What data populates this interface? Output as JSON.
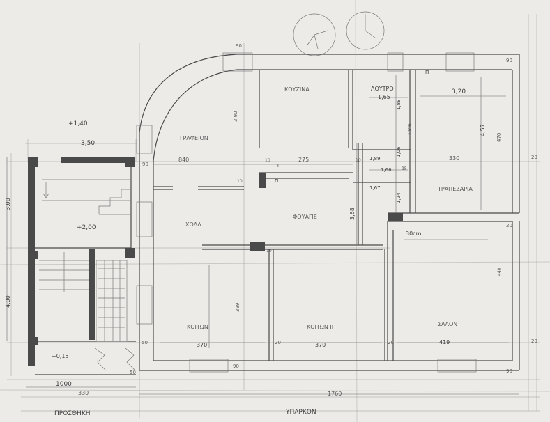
{
  "rooms": {
    "kitchen": "ΚΟΥΖΙΝΑ",
    "office": "ΓΡΑΦΕΙΟΝ",
    "bath": "ΛΟΥΤΡΟ",
    "dining": "ΤΡΑΠΕΖΑΡΙΑ",
    "hall": "ΧΟΛΛ",
    "foyer": "ΦΟΥΑΓΙΕ",
    "bedroom1": "ΚΟΙΤΩΝ I",
    "bedroom2": "ΚΟΙΤΩΝ II",
    "salon": "ΣΑΛΟΝ",
    "front_yard": "ΠΡΟΣΘΗΚΗ",
    "street": "ΥΠΑΡΚΟΝ"
  },
  "levels": {
    "l1": "+1,40",
    "l2": "+2,00",
    "l3": "+0,15"
  },
  "dims": {
    "d_350": "3,50",
    "d_90a": "90",
    "d_90b": "90",
    "d_90c": "90",
    "d_90d": "90",
    "d_90e": "90",
    "d_840": "840",
    "d_275": "275",
    "d_390": "3,90",
    "d_320": "3,20",
    "d_457": "4,57",
    "d_470": "470",
    "d_330": "330",
    "d_165": "1,65",
    "d_188": "1,88",
    "d_106": "1,06",
    "d_166": "1,66",
    "d_167": "1,67",
    "d_124": "1,24",
    "d_368": "3,68",
    "d_189": "1,89",
    "d_10a": "10",
    "d_10b": "10",
    "d_10c": "10",
    "d_10d": "10",
    "d_10cm": "10cm",
    "d_95": "95",
    "d_29a": "29",
    "d_29b": "29",
    "d_20a": "20",
    "d_20b": "20",
    "d_20c": "20",
    "d_30cm": "30cm",
    "d_300": "3,00",
    "d_400": "4,00",
    "d_399": "399",
    "d_370a": "370",
    "d_370b": "370",
    "d_419": "419",
    "d_440": "440",
    "d_50a": "50",
    "d_50b": "50",
    "d_1000": "1000",
    "d_330b": "330",
    "d_1760": "1760",
    "p_1": "Π",
    "p_2": "Π",
    "p_3": "Π"
  }
}
